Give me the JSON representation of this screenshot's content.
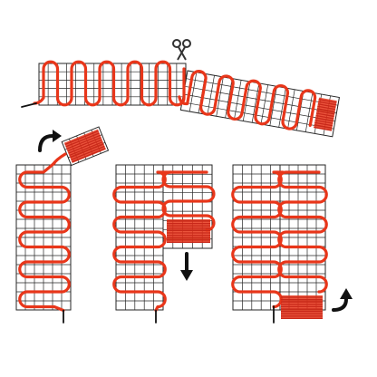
{
  "figure": {
    "subject": "heating-mat-installation",
    "colors": {
      "cable": "#e8361a",
      "cable_folded": "#c8281a",
      "mesh": "#262626",
      "background": "#ffffff",
      "arrow": "#111111",
      "lead": "#111111"
    },
    "icons": {
      "cut": "scissors-icon",
      "turn": "curved-arrow-icon",
      "fold_down": "down-arrow-icon",
      "fold_up": "curved-arrow-icon"
    },
    "steps": [
      {
        "id": "unroll-and-cut",
        "mesh_sections": 2,
        "cable_loops": 12
      },
      {
        "id": "rotate-section",
        "mesh_sections": 1,
        "cable_loops": 9
      },
      {
        "id": "lay-second-strip-down",
        "mesh_sections": 2,
        "cable_loops": 10
      },
      {
        "id": "lay-second-strip-up",
        "mesh_sections": 2,
        "cable_loops": 10
      }
    ]
  }
}
